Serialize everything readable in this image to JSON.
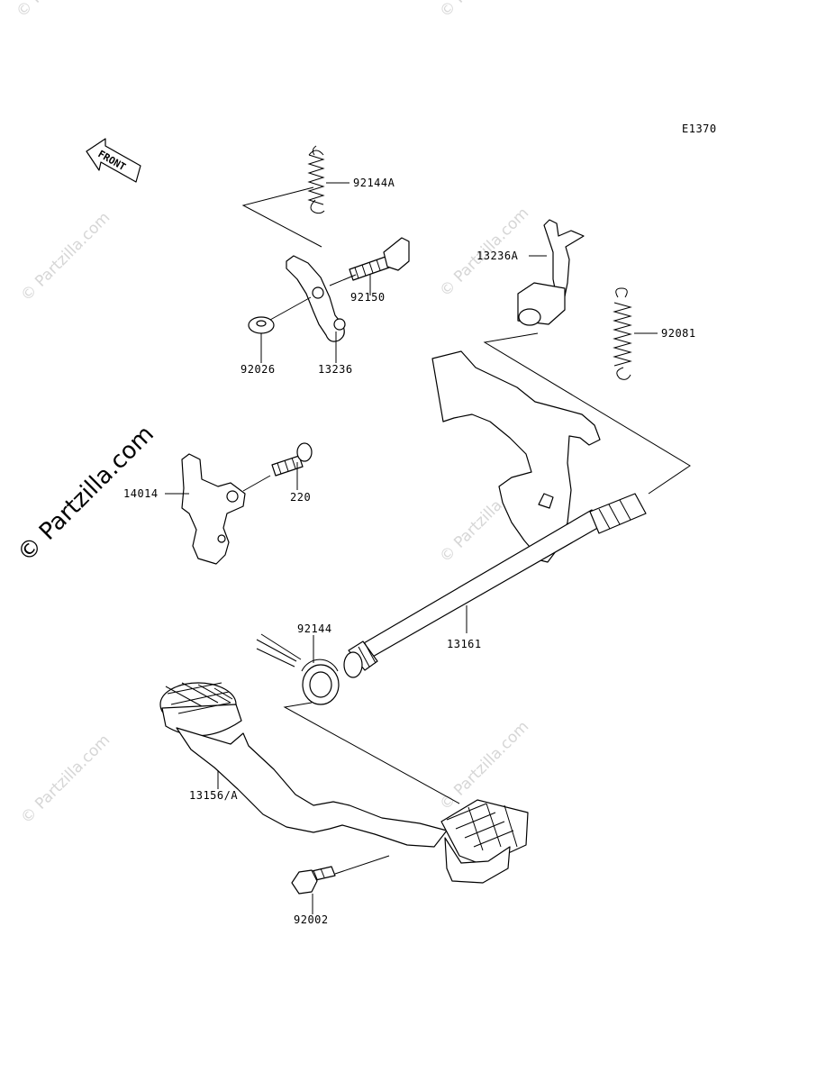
{
  "diagram_code": "E1370",
  "front_label": "FRONT",
  "watermark": "© Partzilla.com",
  "parts": {
    "p92144A": "92144A",
    "p92150": "92150",
    "p92026": "92026",
    "p13236": "13236",
    "p13236A": "13236A",
    "p92081": "92081",
    "p14014": "14014",
    "p220": "220",
    "p92144": "92144",
    "p13161": "13161",
    "p13156A": "13156/A",
    "p92002": "92002"
  }
}
